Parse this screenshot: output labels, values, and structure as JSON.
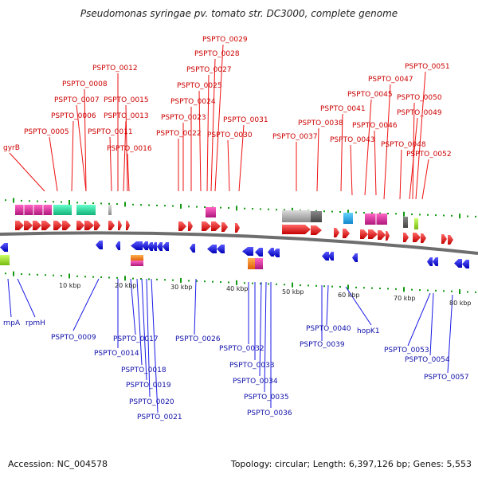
{
  "title": "Pseudomonas syringae pv. tomato str. DC3000, complete genome",
  "footer": {
    "accession": "Accession: NC_004578",
    "summary": "Topology: circular; Length: 6,397,126 bp; Genes: 5,553"
  },
  "kbp_ticks": [
    "10 kbp",
    "20 kbp",
    "30 kbp",
    "40 kbp",
    "50 kbp",
    "60 kbp",
    "70 kbp",
    "80 kbp"
  ],
  "top_labels": [
    "gyrB",
    "PSPTO_0005",
    "PSPTO_0006",
    "PSPTO_0007",
    "PSPTO_0008",
    "PSPTO_0011",
    "PSPTO_0012",
    "PSPTO_0013",
    "PSPTO_0015",
    "PSPTO_0016",
    "PSPTO_0022",
    "PSPTO_0023",
    "PSPTO_0024",
    "PSPTO_0025",
    "PSPTO_0027",
    "PSPTO_0028",
    "PSPTO_0029",
    "PSPTO_0030",
    "PSPTO_0031",
    "PSPTO_0037",
    "PSPTO_0038",
    "PSPTO_0041",
    "PSPTO_0043",
    "PSPTO_0045",
    "PSPTO_0046",
    "PSPTO_0047",
    "PSPTO_0048",
    "PSPTO_0049",
    "PSPTO_0050",
    "PSPTO_0051",
    "PSPTO_0052"
  ],
  "bottom_labels": [
    "rnpA",
    "rpmH",
    "PSPTO_0009",
    "PSPTO_0014",
    "PSPTO_0017",
    "PSPTO_0018",
    "PSPTO_0019",
    "PSPTO_0020",
    "PSPTO_0021",
    "PSPTO_0026",
    "PSPTO_0032",
    "PSPTO_0033",
    "PSPTO_0034",
    "PSPTO_0035",
    "PSPTO_0036",
    "PSPTO_0039",
    "PSPTO_0040",
    "hopK1",
    "PSPTO_0053",
    "PSPTO_0054",
    "PSPTO_0057"
  ],
  "colors": {
    "forward": "#ee1111",
    "reverse": "#1a1ae6",
    "top_label": "#cc0000",
    "bottom_label": "#1010aa",
    "backbone": "#6e6e6e"
  }
}
